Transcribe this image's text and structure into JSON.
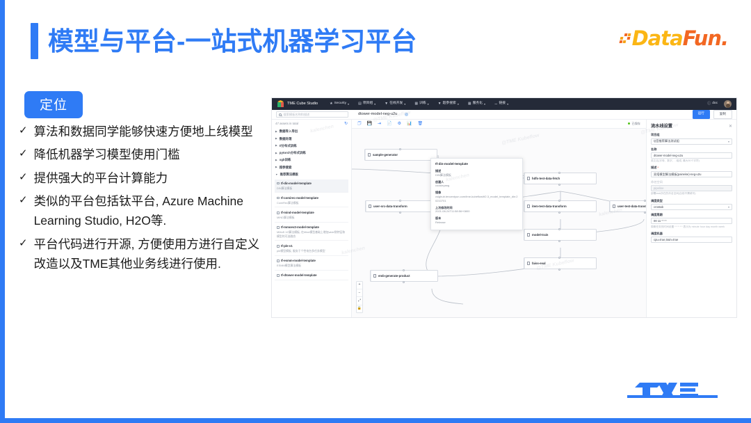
{
  "slide": {
    "title": "模型与平台-一站式机器学习平台",
    "pill": "定位",
    "bullets": [
      "算法和数据同学能够快速方便地上线模型",
      "降低机器学习模型使用门槛",
      "提供强大的平台计算能力",
      "类似的平台包括钛平台, Azure Machine Learning Studio, H2O等.",
      "平台代码进行开源, 方便使用方进行自定义改造以及TME其他业务线进行使用."
    ],
    "bullet_mark": "✓",
    "accent_color": "#2f7bf5",
    "logo": {
      "data": "Data",
      "fun": "Fun."
    }
  },
  "app": {
    "nav": {
      "brand": "TME Cube Studio",
      "items": [
        {
          "label": "Security",
          "icon": "shield-icon",
          "caret": "▾"
        },
        {
          "label": "项目组",
          "icon": "group-icon",
          "caret": "▾"
        },
        {
          "label": "在线开发",
          "icon": "filter-icon",
          "caret": "▾"
        },
        {
          "label": "训练",
          "icon": "grid-icon",
          "caret": "▾"
        },
        {
          "label": "超参搜索",
          "icon": "filter-icon",
          "caret": "▾"
        },
        {
          "label": "服务化",
          "icon": "grid-icon",
          "caret": "▾"
        },
        {
          "label": "链接",
          "icon": "link-icon",
          "caret": "▾"
        }
      ],
      "doc": "doc",
      "doc_icon": "info-icon"
    },
    "subbar": {
      "search_placeholder": "搜索模板名称和描述",
      "pipeline_name": "dtower-model-neg-u2u",
      "run_button": "运行",
      "copy_button": "复制"
    },
    "assets": {
      "count_label": "47 assets in total",
      "tree": [
        "数据导入导出",
        "数据处理",
        "tf分布式训练",
        "pytorch分布式训练",
        "xgb训练",
        "超参搜索",
        "推荐算法模板"
      ],
      "expanded_index": 6,
      "cards": [
        {
          "title": "tf-din-model-template",
          "desc": "DIN算法模板",
          "selected": true
        },
        {
          "title": "tf-comirec-model-template",
          "desc": "ComiRec算法模板",
          "selected": false
        },
        {
          "title": "tf-mind-model-template",
          "desc": "MIND算法模板",
          "selected": false
        },
        {
          "title": "tf-mmoev2-model-template",
          "desc": "MMoE-V2算法模板, 在Mind模型基础上增加wide侧特征和模型的可选融合",
          "selected": false
        },
        {
          "title": "tf-ple-v1",
          "desc": "ple模型模板, 服务于个性电台多任务模型",
          "selected": false
        },
        {
          "title": "tf-esmm-model-template",
          "desc": "ESMM模型算法模板",
          "selected": false
        },
        {
          "title": "tf-dtower-model-template",
          "desc": "",
          "selected": false
        }
      ]
    },
    "toolbar": {
      "icons": [
        "save-as-icon",
        "save-icon",
        "run-once-icon",
        "log-icon",
        "debug-icon",
        "report-icon",
        "delete-icon"
      ],
      "saved_status": "已保存"
    },
    "graph": {
      "nodes": [
        {
          "label": "sample-generator"
        },
        {
          "label": "hdfs-test-data-fetch"
        },
        {
          "label": "user-src-data-transform"
        },
        {
          "label": "item-test-data-transform"
        },
        {
          "label": "user-test-data-transform"
        },
        {
          "label": "model-train"
        },
        {
          "label": "faiss-eval"
        },
        {
          "label": "emb-generate-product"
        }
      ],
      "zoom_controls": [
        "+",
        "−",
        "⤢",
        "🔒"
      ]
    },
    "popup": {
      "title": "tf-din-model-template",
      "fields": [
        {
          "key": "描述",
          "value": "DIN算法模板"
        },
        {
          "key": "创建人",
          "value": "cookieyang"
        },
        {
          "key": "镜像",
          "value": "csighub.tencentyun.com/tme-kubeflow/tf2.3_model_template_din:20210701"
        },
        {
          "key": "上次修改时间",
          "value": "2021-08-24T11:58:56+0800"
        },
        {
          "key": "版本",
          "value": "Release"
        }
      ]
    },
    "settings": {
      "title": "流水线设置",
      "close": "✕",
      "fields": [
        {
          "label": "项目组",
          "value": "Q音推荐算法测试组",
          "type": "select",
          "hint": "",
          "required": false
        },
        {
          "label": "名称",
          "value": "dtower-model-neg-u2u",
          "type": "text",
          "hint": "英文名(字母、数字、- 组成, 最大50个字符)",
          "required": false
        },
        {
          "label": "描述",
          "value": "双塔模型算法模板(pairwise)-neg-u2u",
          "type": "text",
          "hint": "",
          "required": true
        },
        {
          "label": "命名空间",
          "value": "pipeline",
          "type": "disabled",
          "hint": "部署task所在的命名空间(自前不需填写)",
          "required": false
        },
        {
          "label": "调度类型",
          "value": "crontab",
          "type": "select",
          "hint": "",
          "required": false
        },
        {
          "label": "调度周期",
          "value": "00 11 * * *",
          "type": "text",
          "hint": "周期任务的时间设置 * * * * * 表示为 minute hour day month week",
          "required": false
        },
        {
          "label": "调度机器",
          "value": "cpu=true,train=true",
          "type": "text",
          "hint": "",
          "required": false
        }
      ]
    },
    "watermarks": [
      "kalenchen",
      "@TME Kubeflow",
      "kalenchen",
      "@TME Kubeflow",
      "kalenchen",
      "@TME Kubeflow",
      "kalenchen",
      "@TME Kubeflow"
    ]
  }
}
